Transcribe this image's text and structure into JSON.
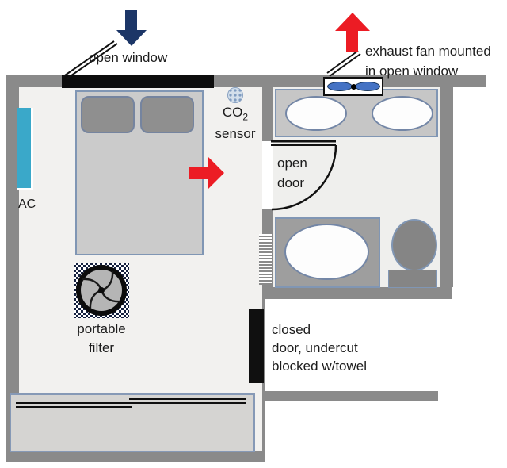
{
  "annotations": {
    "open_window": {
      "label": "open window"
    },
    "exhaust_fan": {
      "line1": "exhaust fan mounted",
      "line2": "in open window"
    },
    "co2_sensor": {
      "formula_base": "CO",
      "formula_sub": "2",
      "label": "sensor"
    },
    "open_door": {
      "line1": "open",
      "line2": "door"
    },
    "ac_unit": {
      "label": "AC"
    },
    "portable_filter": {
      "line1": "portable",
      "line2": "filter"
    },
    "closed_door": {
      "line1": "closed",
      "line2": "door, undercut",
      "line3": "blocked w/towel"
    }
  },
  "icons": {
    "inflow_arrow": "blue-down-arrow",
    "outflow_arrow": "red-up-arrow",
    "room_airflow_arrow": "red-right-arrow",
    "co2_sensor": "dotted-circle-sensor",
    "portable_filter": "fan-on-checkered-pad",
    "exhaust_fan": "twin-blade-window-fan"
  },
  "colors": {
    "wall": "#8a8a8a",
    "bedroom_floor": "#f2f1ef",
    "bathroom_floor": "#efefed",
    "open_window_bar": "#0d0d0d",
    "closed_door_bar": "#101010",
    "inflow_arrow_blue": "#1c3667",
    "outflow_arrow_red": "#ec1c24",
    "ac_unit_teal": "#3aa8c9",
    "fan_blade_blue": "#4472c4",
    "furniture_border": "#8096b4",
    "furniture_gray": "#c6c6c6"
  }
}
